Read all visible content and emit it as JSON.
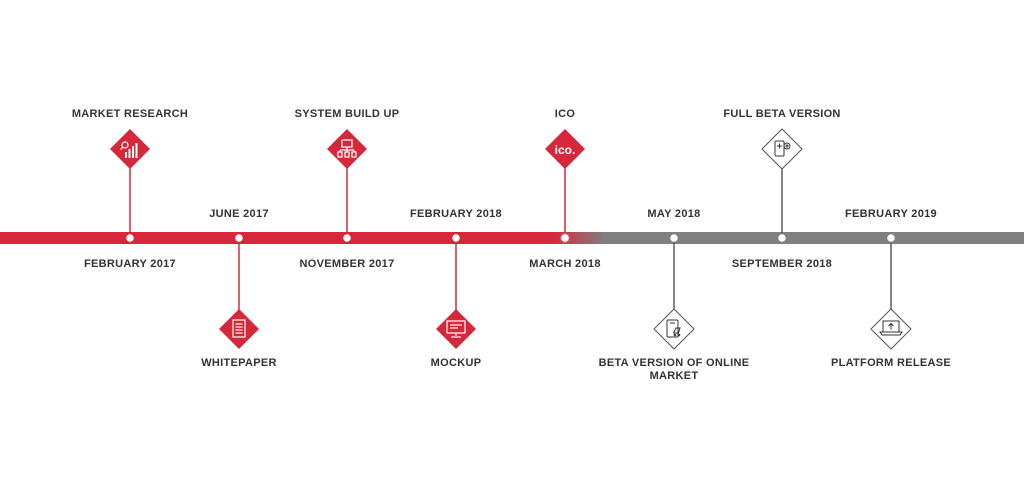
{
  "colors": {
    "active": "#d7283b",
    "inactive": "#808080",
    "text": "#333333",
    "icon_on_active": "#ffffff",
    "icon_on_inactive": "#333333"
  },
  "milestones": [
    {
      "date": "FEBRUARY 2017",
      "title": "MARKET RESEARCH",
      "icon": "market-research-icon",
      "status": "done"
    },
    {
      "date": "JUNE 2017",
      "title": "WHITEPAPER",
      "icon": "whitepaper-icon",
      "status": "done"
    },
    {
      "date": "NOVEMBER 2017",
      "title": "SYSTEM BUILD UP",
      "icon": "system-build-up-icon",
      "status": "done"
    },
    {
      "date": "FEBRUARY 2018",
      "title": "MOCKUP",
      "icon": "mockup-icon",
      "status": "done"
    },
    {
      "date": "MARCH 2018",
      "title": "ICO",
      "icon": "ico-icon",
      "icon_text": "ico.",
      "status": "done"
    },
    {
      "date": "MAY 2018",
      "title": "BETA VERSION OF ONLINE MARKET",
      "icon": "beta-online-market-icon",
      "status": "upcoming"
    },
    {
      "date": "SEPTEMBER 2018",
      "title": "FULL BETA VERSION",
      "icon": "full-beta-version-icon",
      "status": "upcoming"
    },
    {
      "date": "FEBRUARY 2019",
      "title": "PLATFORM RELEASE",
      "icon": "platform-release-icon",
      "status": "upcoming"
    }
  ]
}
